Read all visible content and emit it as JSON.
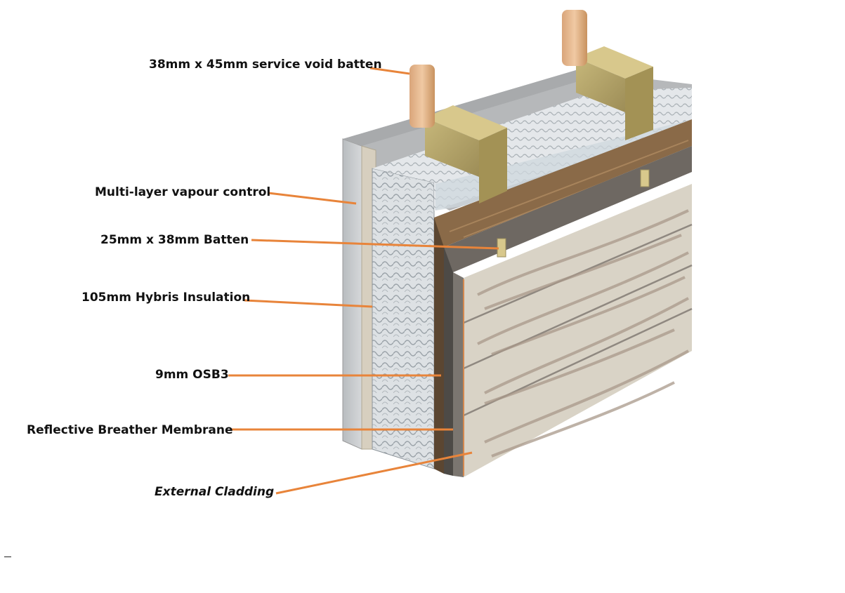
{
  "labels": {
    "service_void_batten": "38mm x 45mm  service void batten",
    "vapour_control": "Multi-layer vapour control",
    "batten": "25mm x 38mm Batten",
    "insulation": "105mm Hybris Insulation",
    "osb": "9mm OSB3",
    "breather_membrane": "Reflective Breather Membrane",
    "external_cladding": "External Cladding"
  },
  "colors": {
    "leader_line": "#e8843a",
    "cladding": "#d9d3c6",
    "cladding_grain": "#a8988a",
    "timber": "#b5a56a",
    "osb_face": "#8a6a48",
    "membrane": "#6e6862",
    "insulation": "#d8dde0",
    "plasterboard": "#c8c8c8"
  }
}
